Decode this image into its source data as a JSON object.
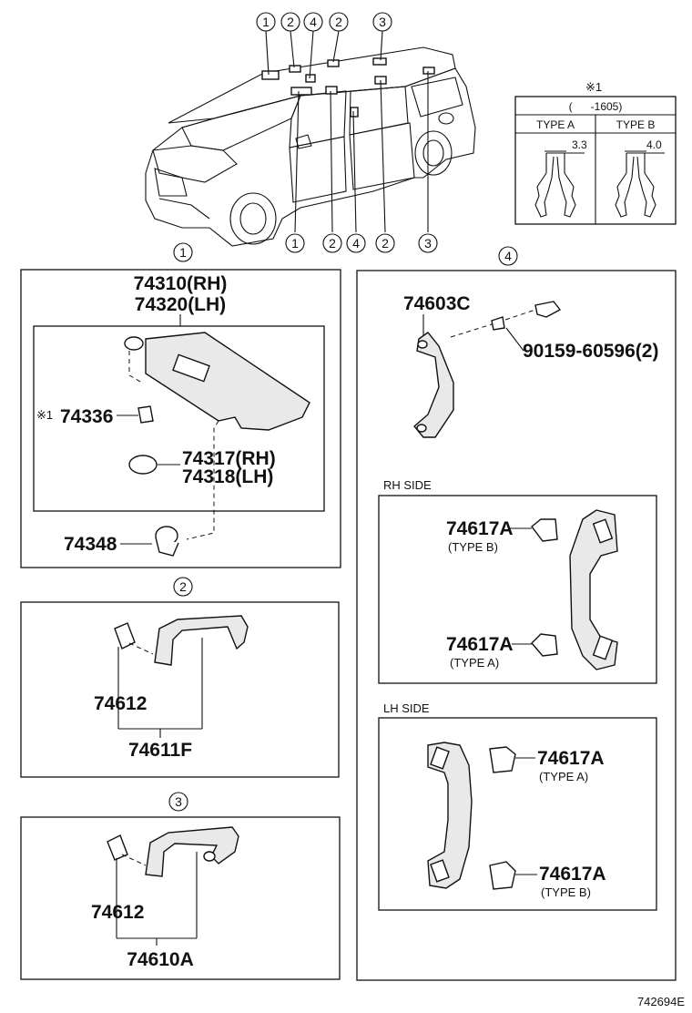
{
  "diagram": {
    "footer_code": "742694E",
    "car_callouts_top": [
      "1",
      "2",
      "4",
      "2",
      "3"
    ],
    "car_callouts_bottom": [
      "1",
      "2",
      "4",
      "2",
      "3"
    ],
    "note": {
      "symbol": "※1",
      "range": "(      -1605)",
      "type_a": "TYPE A",
      "type_b": "TYPE B",
      "dim_a": "3.3",
      "dim_b": "4.0"
    },
    "section1": {
      "callout": "1",
      "title_rh": "74310(RH)",
      "title_lh": "74320(LH)",
      "mark": "※1",
      "p74336": "74336",
      "p74317": "74317(RH)",
      "p74318": "74318(LH)",
      "p74348": "74348"
    },
    "section2": {
      "callout": "2",
      "p_clip": "74612",
      "p_grip": "74611F"
    },
    "section3": {
      "callout": "3",
      "p_clip": "74612",
      "p_grip": "74610A"
    },
    "section4": {
      "callout": "4",
      "p_grip": "74603C",
      "p_screw": "90159-60596(2)",
      "rh_side": "RH SIDE",
      "lh_side": "LH SIDE",
      "rh_top_part": "74617A",
      "rh_top_type": "(TYPE B)",
      "rh_bot_part": "74617A",
      "rh_bot_type": "(TYPE A)",
      "lh_top_part": "74617A",
      "lh_top_type": "(TYPE A)",
      "lh_bot_part": "74617A",
      "lh_bot_type": "(TYPE B)"
    }
  }
}
